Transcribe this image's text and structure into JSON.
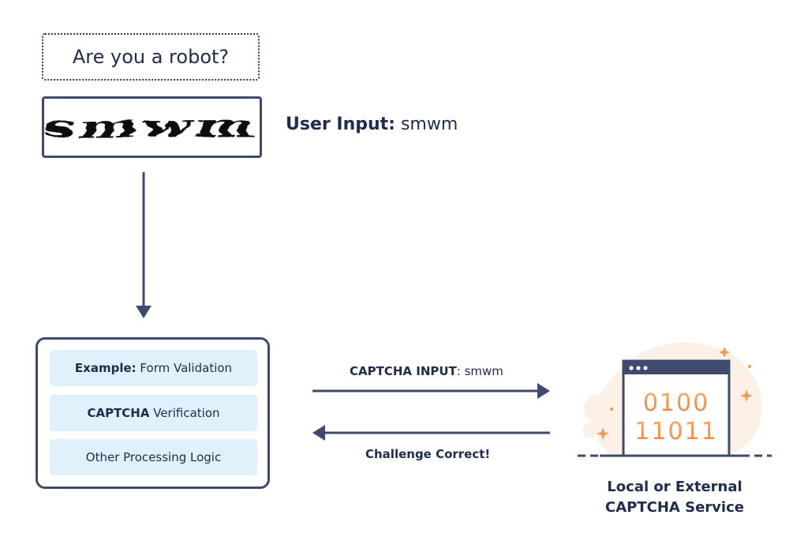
{
  "prompt": {
    "text": "Are you a robot?"
  },
  "captcha": {
    "image_text": "smwm"
  },
  "user_input": {
    "label": "User Input:",
    "value": "smwm"
  },
  "processing": {
    "items": [
      {
        "bold": "Example:",
        "text": " Form Validation"
      },
      {
        "bold": "CAPTCHA",
        "text": " Verification"
      },
      {
        "bold": "",
        "text": "Other Processing Logic"
      }
    ]
  },
  "arrows": {
    "request": {
      "bold": "CAPTCHA INPUT",
      "text": ": smwm"
    },
    "response": {
      "text": "Challenge Correct!"
    }
  },
  "service": {
    "line1": "Local or External",
    "line2": "CAPTCHA Service",
    "binary_line1": "0100",
    "binary_line2": "11011"
  },
  "colors": {
    "navy": "#3e4a6e",
    "text": "#1f2c4d",
    "panel_item_bg": "#e1f1fc",
    "binary_gradient_top": "#f6a35b",
    "binary_gradient_bottom": "#f0863f",
    "blob": "#fdeee3",
    "sparkle": "#f29a52"
  }
}
